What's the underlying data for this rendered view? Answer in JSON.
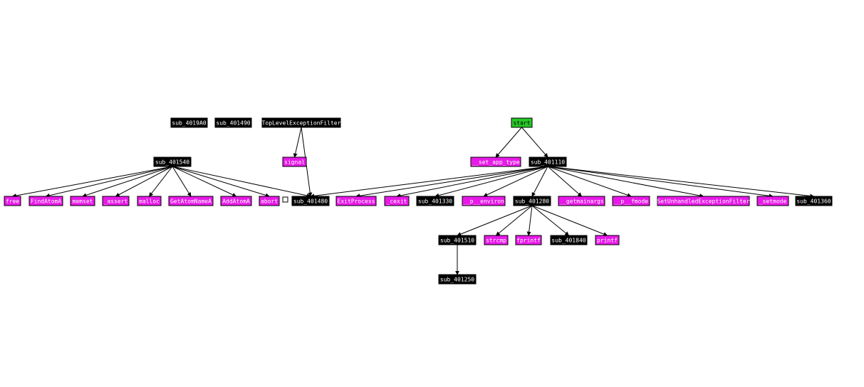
{
  "colors": {
    "normal_fill": "#000000",
    "normal_text": "#ffffff",
    "import_fill": "#e819e8",
    "import_text": "#ffffff",
    "entry_fill": "#29c729",
    "entry_text": "#000000",
    "edge": "#000000"
  },
  "nodes": [
    {
      "id": "sub_4019A0",
      "label": "sub_4019A0",
      "kind": "normal"
    },
    {
      "id": "sub_401490",
      "label": "sub_401490",
      "kind": "normal"
    },
    {
      "id": "TopLevelExceptionFilter",
      "label": "TopLevelExceptionFilter",
      "kind": "normal"
    },
    {
      "id": "start",
      "label": "start",
      "kind": "entry"
    },
    {
      "id": "sub_401540",
      "label": "sub_401540",
      "kind": "normal"
    },
    {
      "id": "signal",
      "label": "signal",
      "kind": "import"
    },
    {
      "id": "__set_app_type",
      "label": "__set_app_type",
      "kind": "import"
    },
    {
      "id": "sub_401110",
      "label": "sub_401110",
      "kind": "normal"
    },
    {
      "id": "free",
      "label": "free",
      "kind": "import"
    },
    {
      "id": "FindAtomA",
      "label": "FindAtomA",
      "kind": "import"
    },
    {
      "id": "memset",
      "label": "memset",
      "kind": "import"
    },
    {
      "id": "_assert",
      "label": "_assert",
      "kind": "import"
    },
    {
      "id": "malloc",
      "label": "malloc",
      "kind": "import"
    },
    {
      "id": "GetAtomNameA",
      "label": "GetAtomNameA",
      "kind": "import"
    },
    {
      "id": "AddAtomA",
      "label": "AddAtomA",
      "kind": "import"
    },
    {
      "id": "abort",
      "label": "abort",
      "kind": "import"
    },
    {
      "id": "sub_401480",
      "label": "sub_401480",
      "kind": "normal"
    },
    {
      "id": "ExitProcess",
      "label": "ExitProcess",
      "kind": "import"
    },
    {
      "id": "_cexit",
      "label": "_cexit",
      "kind": "import"
    },
    {
      "id": "sub_401330",
      "label": "sub_401330",
      "kind": "normal"
    },
    {
      "id": "__p__environ",
      "label": "__p__environ",
      "kind": "import"
    },
    {
      "id": "sub_401280",
      "label": "sub_401280",
      "kind": "normal"
    },
    {
      "id": "__getmainargs",
      "label": "__getmainargs",
      "kind": "import"
    },
    {
      "id": "__p__fmode",
      "label": "__p__fmode",
      "kind": "import"
    },
    {
      "id": "SetUnhandledExceptionFilter",
      "label": "SetUnhandledExceptionFilter",
      "kind": "import"
    },
    {
      "id": "_setmode",
      "label": "_setmode",
      "kind": "import"
    },
    {
      "id": "sub_401360",
      "label": "sub_401360",
      "kind": "normal"
    },
    {
      "id": "sub_401510",
      "label": "sub_401510",
      "kind": "normal"
    },
    {
      "id": "strcmp",
      "label": "strcmp",
      "kind": "import"
    },
    {
      "id": "fprintf",
      "label": "fprintf",
      "kind": "import"
    },
    {
      "id": "sub_401840",
      "label": "sub_401840",
      "kind": "normal"
    },
    {
      "id": "printf",
      "label": "printf",
      "kind": "import"
    },
    {
      "id": "sub_401250",
      "label": "sub_401250",
      "kind": "normal"
    }
  ],
  "edges": [
    {
      "from": "start",
      "to": "__set_app_type"
    },
    {
      "from": "start",
      "to": "sub_401110"
    },
    {
      "from": "TopLevelExceptionFilter",
      "to": "signal"
    },
    {
      "from": "TopLevelExceptionFilter",
      "to": "sub_401480"
    },
    {
      "from": "sub_401540",
      "to": "free"
    },
    {
      "from": "sub_401540",
      "to": "FindAtomA"
    },
    {
      "from": "sub_401540",
      "to": "memset"
    },
    {
      "from": "sub_401540",
      "to": "_assert"
    },
    {
      "from": "sub_401540",
      "to": "malloc"
    },
    {
      "from": "sub_401540",
      "to": "GetAtomNameA"
    },
    {
      "from": "sub_401540",
      "to": "AddAtomA"
    },
    {
      "from": "sub_401540",
      "to": "abort"
    },
    {
      "from": "sub_401540",
      "to": "sub_401480"
    },
    {
      "from": "sub_401110",
      "to": "sub_401480"
    },
    {
      "from": "sub_401110",
      "to": "ExitProcess"
    },
    {
      "from": "sub_401110",
      "to": "_cexit"
    },
    {
      "from": "sub_401110",
      "to": "sub_401330"
    },
    {
      "from": "sub_401110",
      "to": "__p__environ"
    },
    {
      "from": "sub_401110",
      "to": "sub_401280"
    },
    {
      "from": "sub_401110",
      "to": "__getmainargs"
    },
    {
      "from": "sub_401110",
      "to": "__p__fmode"
    },
    {
      "from": "sub_401110",
      "to": "SetUnhandledExceptionFilter"
    },
    {
      "from": "sub_401110",
      "to": "_setmode"
    },
    {
      "from": "sub_401110",
      "to": "sub_401360"
    },
    {
      "from": "sub_401280",
      "to": "sub_401510"
    },
    {
      "from": "sub_401280",
      "to": "strcmp"
    },
    {
      "from": "sub_401280",
      "to": "fprintf"
    },
    {
      "from": "sub_401280",
      "to": "sub_401840"
    },
    {
      "from": "sub_401280",
      "to": "printf"
    },
    {
      "from": "sub_401510",
      "to": "sub_401250"
    }
  ]
}
